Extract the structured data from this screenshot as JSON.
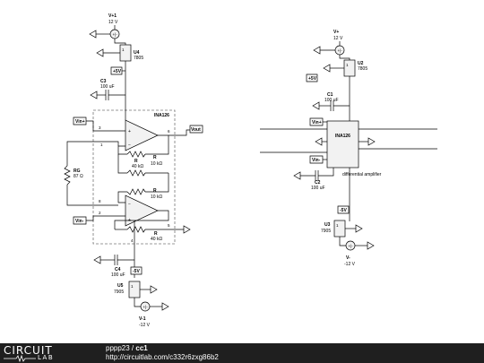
{
  "left": {
    "vplus_name": "V+1",
    "vplus_value": "12 V",
    "u4_name": "U4",
    "u4_part": "7805",
    "plus5v": "+5V",
    "c3_name": "C3",
    "c3_value": "100 uF",
    "ina_title": "INA126",
    "vin_plus": "Vin+",
    "vin_minus": "Vin-",
    "vout": "Vout",
    "rg_name": "RG",
    "rg_value": "87 Ω",
    "r1_name": "R",
    "r1_value": "40 kΩ",
    "r2_name": "R",
    "r2_value": "10 kΩ",
    "r3_name": "R",
    "r3_value": "10 kΩ",
    "r4_name": "R",
    "r4_value": "40 kΩ",
    "pin_3": "3",
    "pin_1": "1",
    "pin_8": "8",
    "pin_2": "2",
    "pin_6": "6",
    "pin_5": "5",
    "pin_4": "4",
    "c4_name": "C4",
    "c4_value": "100 uF",
    "minus5v": "-5V",
    "u5_name": "U5",
    "u5_part": "7905",
    "vminus_name": "V-1",
    "vminus_value": "-12 V"
  },
  "right": {
    "vplus_name": "V+",
    "vplus_value": "12 V",
    "u2_name": "U2",
    "u2_part": "7805",
    "plus5v": "+5V",
    "c1_name": "C1",
    "c1_value": "100 uF",
    "vin_plus": "Vin+",
    "vin_minus": "Vin-",
    "ina_name": "INA126",
    "c2_name": "C2",
    "c2_value": "100 uF",
    "diff_label": "differential amplifier",
    "minus5v": "-5V",
    "u3_name": "U3",
    "u3_part": "7905",
    "vminus_name": "V-",
    "vminus_value": "-12 V"
  },
  "footer": {
    "logo_top": "CIRCUIT",
    "logo_bottom": "LAB",
    "user": "pppp23",
    "separator": " / ",
    "project": "cc1",
    "url": "http://circuitlab.com/c332r6zxg86b2"
  }
}
